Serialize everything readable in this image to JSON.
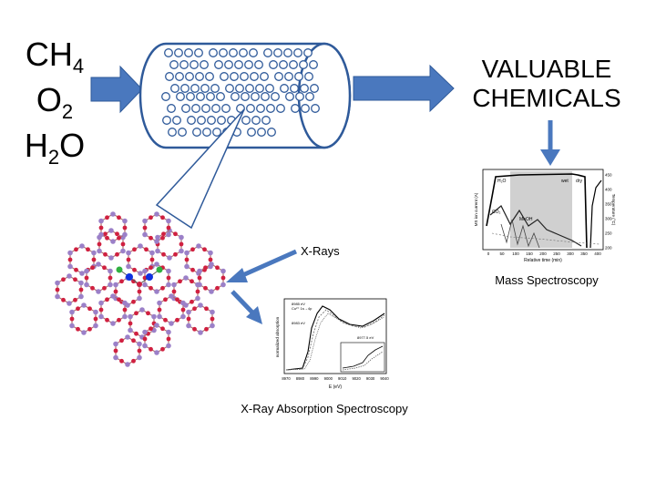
{
  "reactants": {
    "methane": {
      "base": "CH",
      "sub": "4"
    },
    "oxygen": {
      "base": "O",
      "sub": "2"
    },
    "water": {
      "base": "H",
      "sub": "2",
      "tail": "O"
    }
  },
  "products": {
    "line1": "VALUABLE",
    "line2": "CHEMICALS"
  },
  "labels": {
    "xrays": "X-Rays",
    "mass_spec": "Mass Spectroscopy",
    "xas": "X-Ray Absorption Spectroscopy"
  },
  "mass_spec_plot": {
    "y_axis_left": "MS ion current (A)",
    "y_axis_right": "Temperature (°C)",
    "x_axis": "Relative time (min)",
    "x_ticks": [
      "0",
      "50",
      "100",
      "150",
      "200",
      "250",
      "300",
      "350",
      "400"
    ],
    "right_ticks": [
      "200",
      "250",
      "300",
      "350",
      "400",
      "450"
    ],
    "annotations": {
      "h2o": "H₂O",
      "wet": "wet",
      "dry": "dry",
      "co2": "CO₂",
      "meoh": "MeOH"
    }
  },
  "xas_plot": {
    "x_axis": "E (eV)",
    "y_axis": "normalized absorption",
    "x_ticks": [
      "8970",
      "8980",
      "8990",
      "9000",
      "9010",
      "9020",
      "9030",
      "9040"
    ],
    "annotations": {
      "a1": "8985 eV",
      "a2": "Cu²⁺ 1s→4p",
      "a3": "8983 eV",
      "a4": "8977.5 eV"
    }
  },
  "colors": {
    "arrow": "#4a78be",
    "oxygen_atom": "#d02040",
    "framework_atom": "#9b80c8",
    "copper_atom": "#1030e0",
    "bridge_atom": "#30b040"
  }
}
